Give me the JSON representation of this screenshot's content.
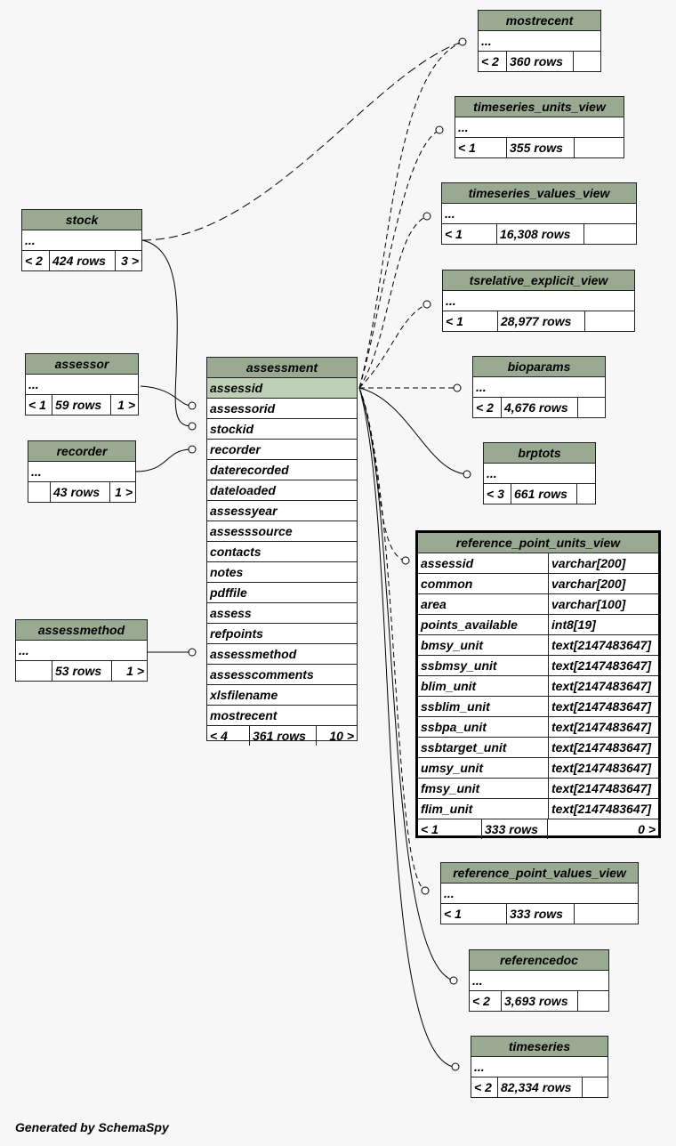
{
  "credit": "Generated by SchemaSpy",
  "tables": {
    "mostrecent": {
      "name": "mostrecent",
      "rows": [
        "..."
      ],
      "foot": [
        "< 2",
        "360 rows",
        ""
      ]
    },
    "timeseries_units_view": {
      "name": "timeseries_units_view",
      "rows": [
        "..."
      ],
      "foot": [
        "< 1",
        "355 rows",
        ""
      ]
    },
    "timeseries_values_view": {
      "name": "timeseries_values_view",
      "rows": [
        "..."
      ],
      "foot": [
        "< 1",
        "16,308 rows",
        ""
      ]
    },
    "tsrelative_explicit_view": {
      "name": "tsrelative_explicit_view",
      "rows": [
        "..."
      ],
      "foot": [
        "< 1",
        "28,977 rows",
        ""
      ]
    },
    "bioparams": {
      "name": "bioparams",
      "rows": [
        "..."
      ],
      "foot": [
        "< 2",
        "4,676 rows",
        ""
      ]
    },
    "brptots": {
      "name": "brptots",
      "rows": [
        "..."
      ],
      "foot": [
        "< 3",
        "661 rows",
        ""
      ]
    },
    "stock": {
      "name": "stock",
      "rows": [
        "..."
      ],
      "foot": [
        "< 2",
        "424 rows",
        "3 >"
      ]
    },
    "assessor": {
      "name": "assessor",
      "rows": [
        "..."
      ],
      "foot": [
        "< 1",
        "59 rows",
        "1 >"
      ]
    },
    "recorder": {
      "name": "recorder",
      "rows": [
        "..."
      ],
      "foot": [
        "",
        "43 rows",
        "1 >"
      ]
    },
    "assessmethod": {
      "name": "assessmethod",
      "rows": [
        "..."
      ],
      "foot": [
        "",
        "53 rows",
        "1 >"
      ]
    },
    "assessment": {
      "name": "assessment",
      "rows": [
        "assessid",
        "assessorid",
        "stockid",
        "recorder",
        "daterecorded",
        "dateloaded",
        "assessyear",
        "assesssource",
        "contacts",
        "notes",
        "pdffile",
        "assess",
        "refpoints",
        "assessmethod",
        "assesscomments",
        "xlsfilename",
        "mostrecent"
      ],
      "foot": [
        "< 4",
        "361 rows",
        "10 >"
      ]
    },
    "reference_point_units_view": {
      "name": "reference_point_units_view",
      "rows": [
        "assessid",
        "common",
        "area",
        "points_available",
        "bmsy_unit",
        "ssbmsy_unit",
        "blim_unit",
        "ssblim_unit",
        "ssbpa_unit",
        "ssbtarget_unit",
        "umsy_unit",
        "fmsy_unit",
        "flim_unit"
      ],
      "types": [
        "varchar[200]",
        "varchar[200]",
        "varchar[100]",
        "int8[19]",
        "text[2147483647]",
        "text[2147483647]",
        "text[2147483647]",
        "text[2147483647]",
        "text[2147483647]",
        "text[2147483647]",
        "text[2147483647]",
        "text[2147483647]",
        "text[2147483647]"
      ],
      "foot": [
        "< 1",
        "333 rows",
        "0 >"
      ]
    },
    "reference_point_values_view": {
      "name": "reference_point_values_view",
      "rows": [
        "..."
      ],
      "foot": [
        "< 1",
        "333 rows",
        ""
      ]
    },
    "referencedoc": {
      "name": "referencedoc",
      "rows": [
        "..."
      ],
      "foot": [
        "< 2",
        "3,693 rows",
        ""
      ]
    },
    "timeseries": {
      "name": "timeseries",
      "rows": [
        "..."
      ],
      "foot": [
        "< 2",
        "82,334 rows",
        ""
      ]
    }
  }
}
